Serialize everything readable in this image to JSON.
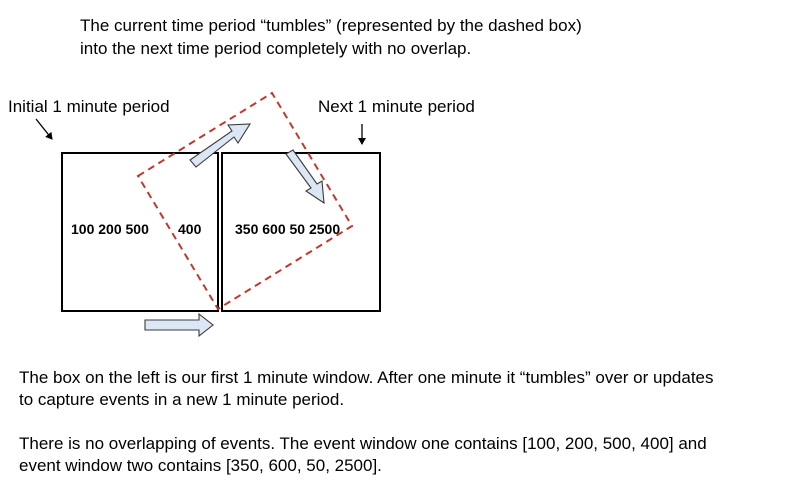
{
  "caption": {
    "line1": "The current time period “tumbles” (represented by the dashed box)",
    "line2": "into the next time period completely with no overlap."
  },
  "labels": {
    "initial": "Initial 1 minute period",
    "next": "Next 1 minute period"
  },
  "boxes": {
    "left_values_a": "100 200 500",
    "left_values_b": "400",
    "right_values": "350 600 50 2500"
  },
  "description": {
    "para1_line1": "The box on the left is our first 1 minute window.  After one minute it “tumbles” over or updates",
    "para1_line2": "to capture events in a new 1 minute period.",
    "para2_line1": "There is no overlapping of events.  The event window one contains [100, 200, 500, 400] and",
    "para2_line2": "event window two contains [350, 600, 50, 2500]."
  },
  "colors": {
    "dashed_box": "#c0392b",
    "arrow_fill": "#dbe7f5",
    "arrow_stroke": "#3b3b3b",
    "box_stroke": "#000000"
  }
}
